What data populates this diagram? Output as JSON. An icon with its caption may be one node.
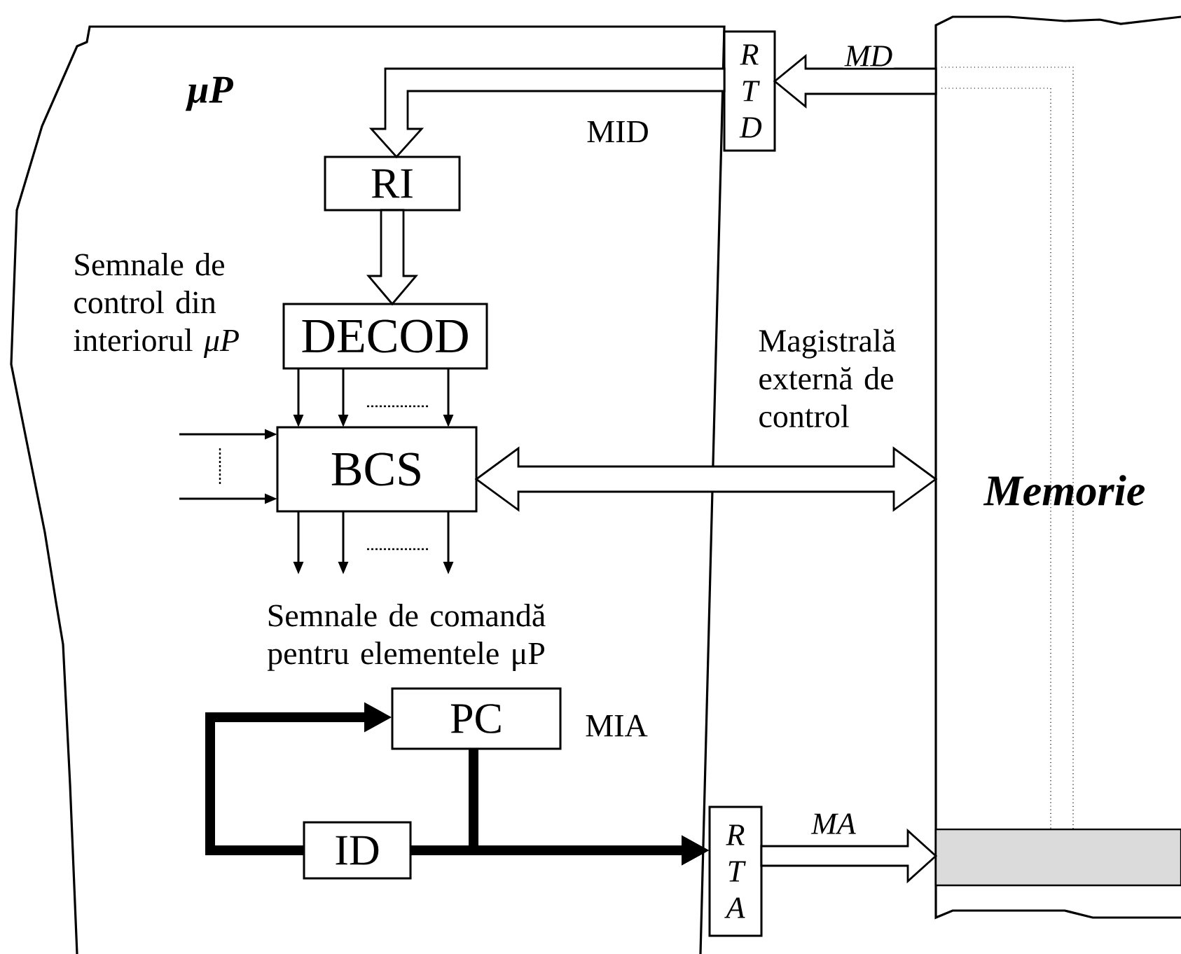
{
  "diagram": {
    "nodes": [
      {
        "text": [
          "μP"
        ]
      },
      {
        "text": [
          "R T D"
        ]
      },
      {
        "text": [
          "RI"
        ],
        "in": 0
      },
      {
        "text": [
          "DECOD"
        ],
        "in": 0
      },
      {
        "text": [
          "BCS"
        ],
        "in": 0
      },
      {
        "text": [
          "PC"
        ],
        "in": 0
      },
      {
        "text": [
          "ID"
        ],
        "in": 0
      },
      {
        "text": [
          "R T A"
        ]
      },
      {
        "text": [
          "Memorie"
        ]
      },
      {
        "text": [],
        "shape": "bar",
        "in": 8
      }
    ],
    "edges": [
      {
        "from": 8,
        "to": 1,
        "arrow": "to",
        "label": "MD",
        "style": "thick"
      },
      {
        "from": 1,
        "to": 2,
        "arrow": "to",
        "style": "thick"
      },
      {
        "from": 2,
        "to": 3,
        "arrow": "to",
        "style": "thick"
      },
      {
        "from": 3,
        "to": 4,
        "arrow": "to"
      },
      {
        "from": 3,
        "to": 4,
        "arrow": "to"
      },
      {
        "from": 3,
        "to": 4,
        "arrow": "to"
      },
      {
        "from": null,
        "to": 4,
        "arrow": "to"
      },
      {
        "from": null,
        "to": 4,
        "arrow": "to"
      },
      {
        "from": 4,
        "to": null,
        "arrow": "to"
      },
      {
        "from": 4,
        "to": null,
        "arrow": "to"
      },
      {
        "from": 4,
        "to": null,
        "arrow": "to"
      },
      {
        "from": 4,
        "to": 8,
        "arrow": "both",
        "label": "Magistrală externă de control",
        "style": "thick"
      },
      {
        "from": 6,
        "to": 5,
        "arrow": "to",
        "style": "thick"
      },
      {
        "from": 6,
        "to": 7,
        "arrow": "to",
        "style": "thick"
      },
      {
        "from": 5,
        "to": 7,
        "arrow": "to",
        "style": "thick"
      },
      {
        "from": 7,
        "to": 9,
        "arrow": "to",
        "label": "MA",
        "style": "thick"
      }
    ],
    "labels": [
      "MID",
      "Semnale de control din interiorul *μP*",
      "Semnale de comandă pentru elementele μP",
      "MIA"
    ]
  }
}
